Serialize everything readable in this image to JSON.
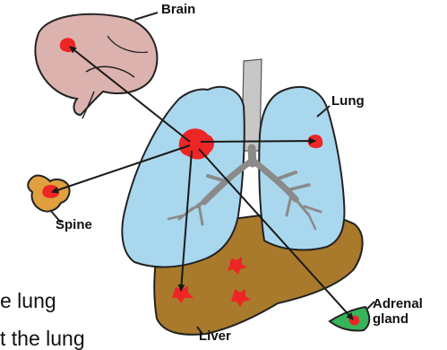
{
  "labels": {
    "brain": "Brain",
    "lung": "Lung",
    "spine": "Spine",
    "adrenal_gland": "Adrenal gland",
    "liver": "Liver"
  },
  "text": {
    "line1": "e lung",
    "line2": "t the lung"
  },
  "colors": {
    "brain": "#dcb2ae",
    "lung": "#a9d7ee",
    "liver": "#a97a2b",
    "trachea": "#c7c7c7",
    "spine_bone": "#e0a040",
    "adrenal": "#37b35a",
    "tumor": "#ee2525",
    "outline": "#222222",
    "arrow": "#1a1a1a",
    "label": "#111111"
  },
  "icons": {
    "primary_tumor": "red-blob-icon",
    "metastasis": "red-blob-icon"
  }
}
